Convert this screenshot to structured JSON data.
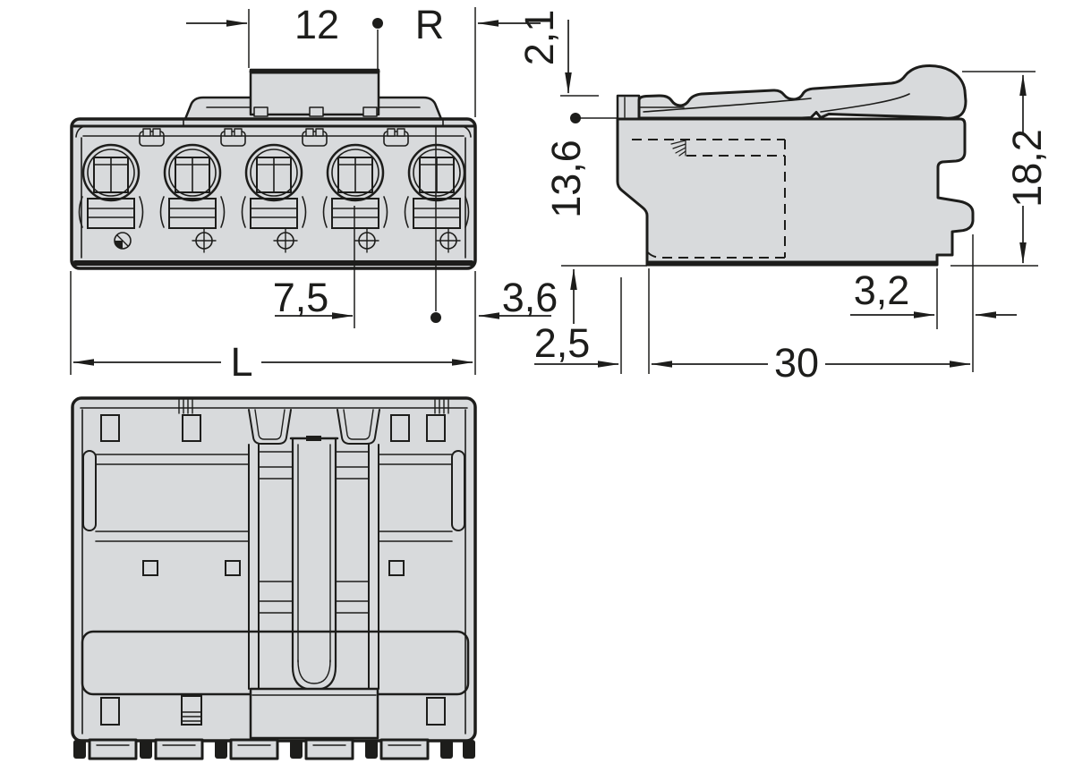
{
  "drawing_type": "connector-technical-drawing",
  "colors": {
    "line": "#1d1d1b",
    "body_fill": "#d8dadc",
    "background": "#ffffff"
  },
  "dimensions": {
    "front": {
      "tab_width": "12",
      "right_ref": "R",
      "pole_pitch": "7,5",
      "edge_gap": "3,6",
      "total_length": "L"
    },
    "side": {
      "lever_rise": "2,1",
      "face_height": "13,6",
      "total_height": "18,2",
      "foot_width": "3,2",
      "depth": "30",
      "face_offset": "2,5"
    }
  }
}
